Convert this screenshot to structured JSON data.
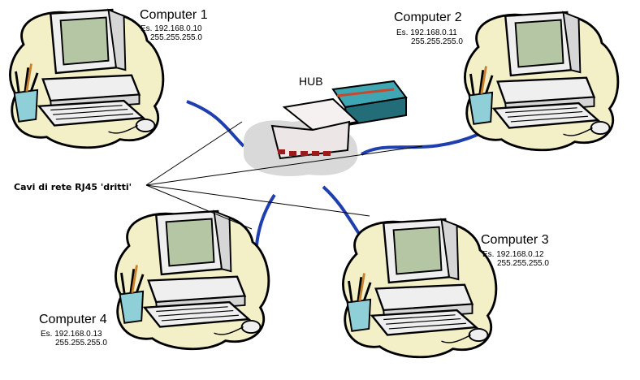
{
  "diagram": {
    "hub": {
      "label": "HUB"
    },
    "cable_label": "Cavi di rete RJ45 'dritti'",
    "computers": [
      {
        "title": "Computer 1",
        "ip": "Es. 192.168.0.10",
        "mask": "255.255.255.0"
      },
      {
        "title": "Computer 2",
        "ip": "Es. 192.168.0.11",
        "mask": "255.255.255.0"
      },
      {
        "title": "Computer 3",
        "ip": "Es. 192.168.0.12",
        "mask": "255.255.255.0"
      },
      {
        "title": "Computer 4",
        "ip": "Es. 192.168.0.13",
        "mask": "255.255.255.0"
      }
    ],
    "colors": {
      "blob": "#f3f0c8",
      "cable": "#1f3fae",
      "case": "#efefef",
      "screen": "#b5c6a4",
      "hub_body": "#ece6e6",
      "hub_lights": "#9b1a1a",
      "box_top": "#3fa7b4"
    }
  }
}
